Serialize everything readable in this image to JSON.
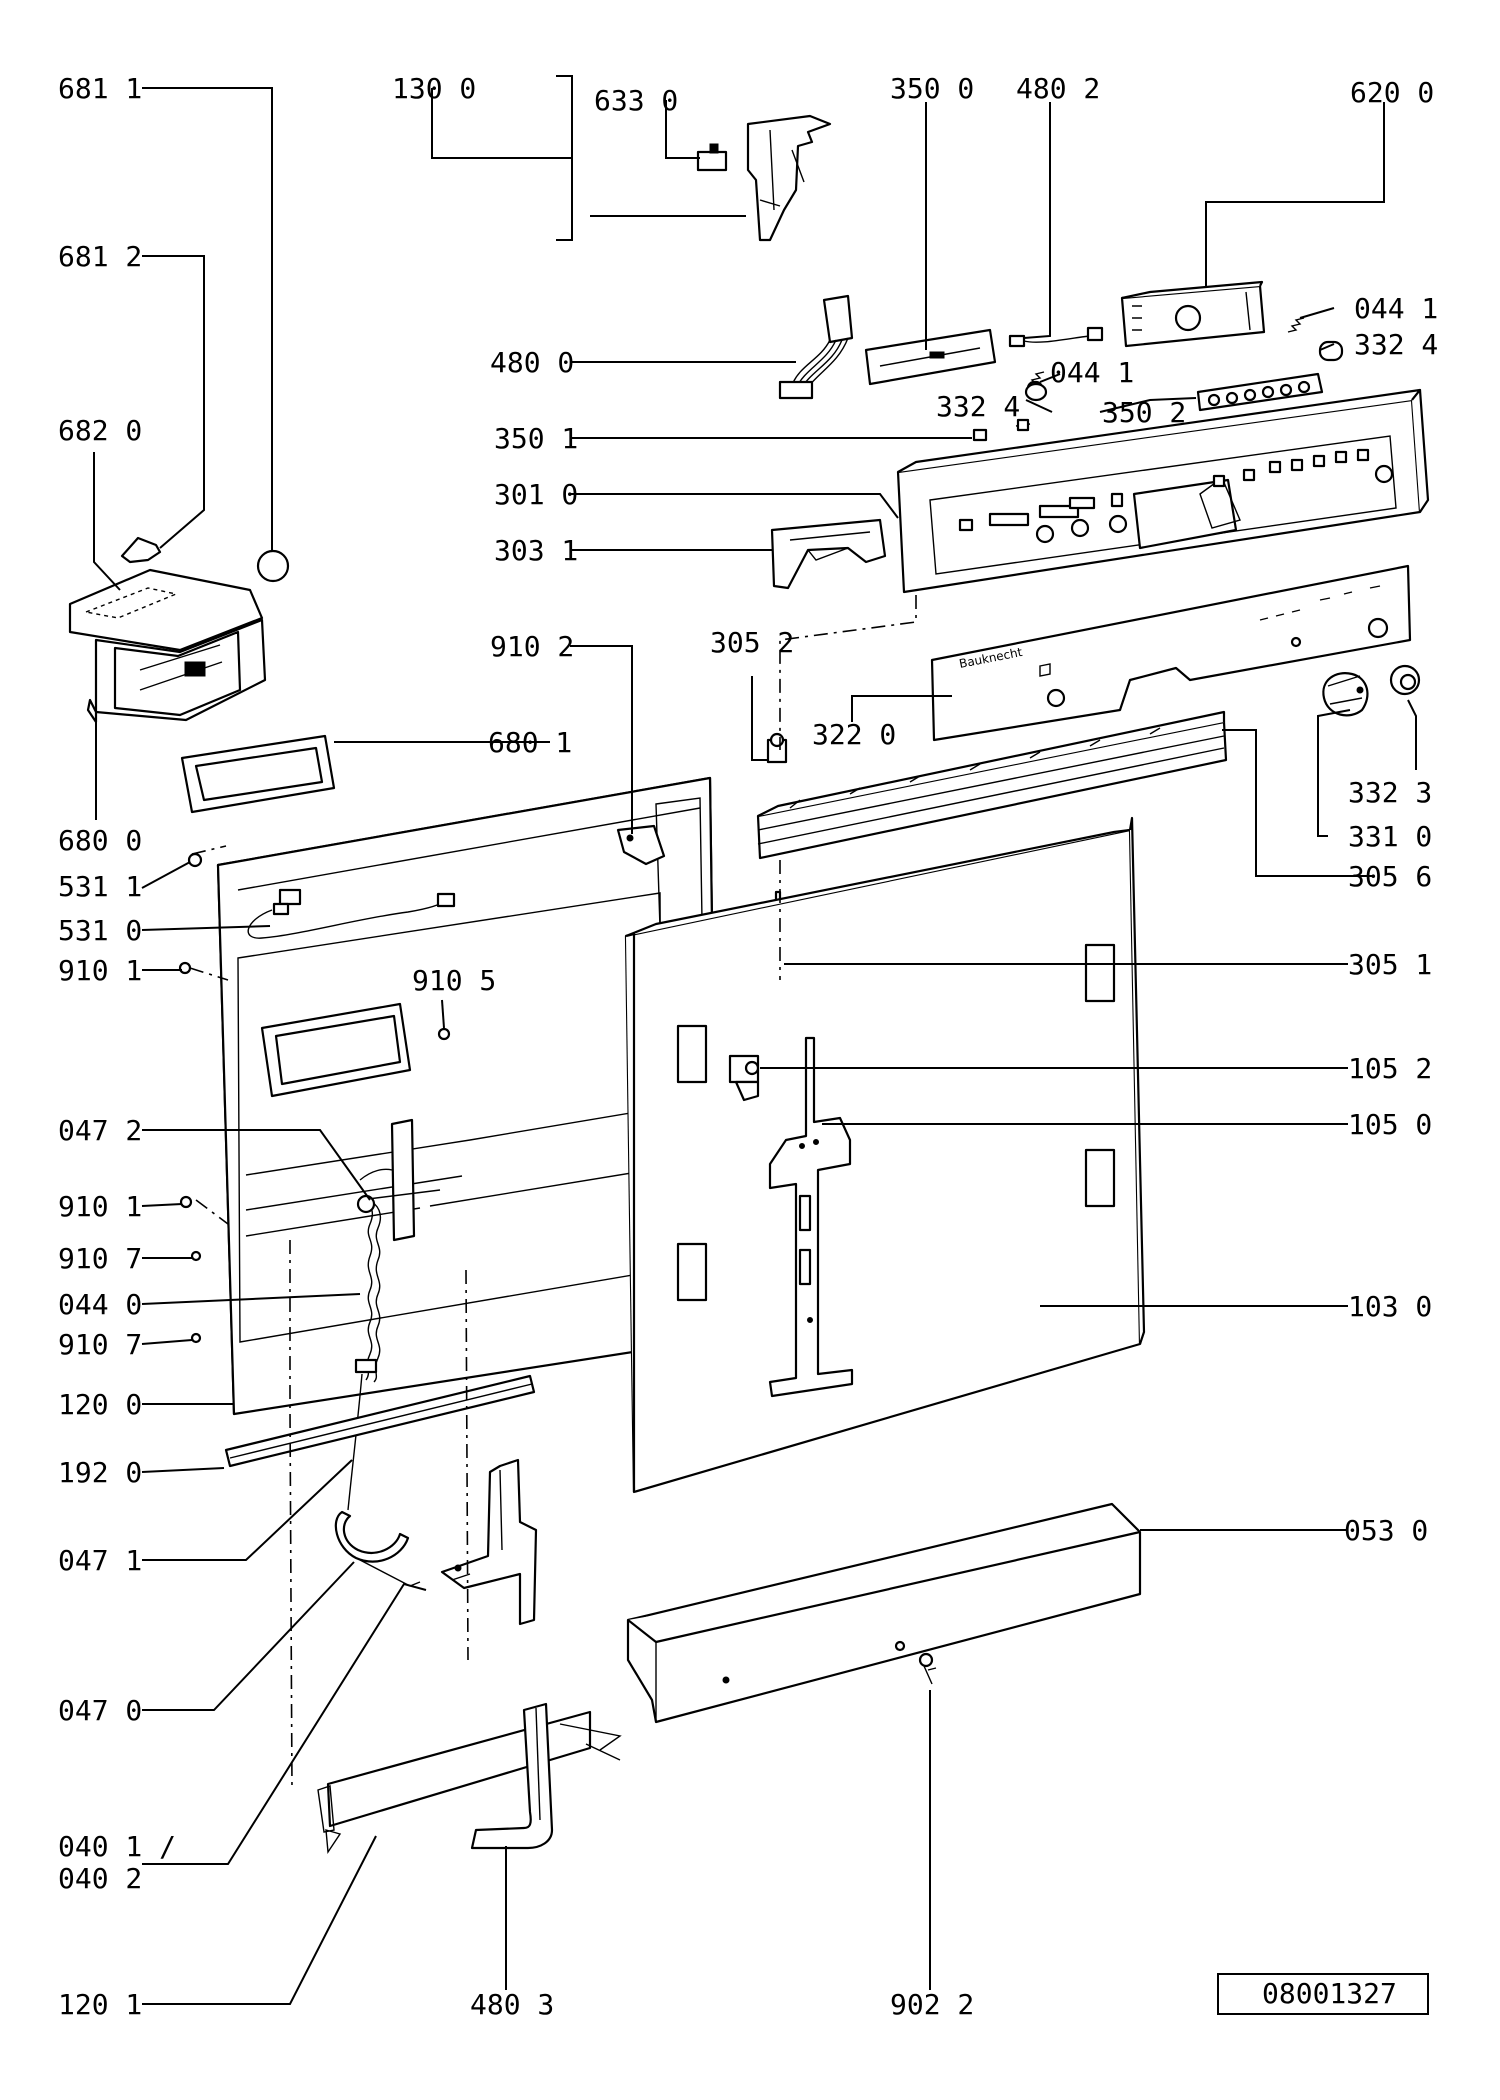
{
  "callouts": [
    {
      "id": "l0",
      "text": "681 1"
    },
    {
      "id": "l1",
      "text": "130 0"
    },
    {
      "id": "l2",
      "text": "633 0"
    },
    {
      "id": "l3",
      "text": "350 0"
    },
    {
      "id": "l4",
      "text": "480 2"
    },
    {
      "id": "l5",
      "text": "620 0"
    },
    {
      "id": "l6",
      "text": "681 2"
    },
    {
      "id": "l7",
      "text": "044 1"
    },
    {
      "id": "l8",
      "text": "332 4"
    },
    {
      "id": "l9",
      "text": "480 0"
    },
    {
      "id": "l10",
      "text": "044 1"
    },
    {
      "id": "l11",
      "text": "332 4"
    },
    {
      "id": "l12",
      "text": "350 2"
    },
    {
      "id": "l13",
      "text": "682 0"
    },
    {
      "id": "l14",
      "text": "350 1"
    },
    {
      "id": "l15",
      "text": "301 0"
    },
    {
      "id": "l16",
      "text": "303 1"
    },
    {
      "id": "l17",
      "text": "910 2"
    },
    {
      "id": "l18",
      "text": "305 2"
    },
    {
      "id": "l19",
      "text": "322 0"
    },
    {
      "id": "l20",
      "text": "680 1"
    },
    {
      "id": "l21",
      "text": "332 3"
    },
    {
      "id": "l22",
      "text": "680 0"
    },
    {
      "id": "l23",
      "text": "331 0"
    },
    {
      "id": "l24",
      "text": "531 1"
    },
    {
      "id": "l25",
      "text": "305 6"
    },
    {
      "id": "l26",
      "text": "531 0"
    },
    {
      "id": "l27",
      "text": "910 1"
    },
    {
      "id": "l28",
      "text": "910 5"
    },
    {
      "id": "l29",
      "text": "305 1"
    },
    {
      "id": "l30",
      "text": "105 2"
    },
    {
      "id": "l31",
      "text": "047 2"
    },
    {
      "id": "l32",
      "text": "105 0"
    },
    {
      "id": "l33",
      "text": "910 1"
    },
    {
      "id": "l34",
      "text": "910 7"
    },
    {
      "id": "l35",
      "text": "044 0"
    },
    {
      "id": "l36",
      "text": "103 0"
    },
    {
      "id": "l37",
      "text": "910 7"
    },
    {
      "id": "l38",
      "text": "120 0"
    },
    {
      "id": "l39",
      "text": "192 0"
    },
    {
      "id": "l40",
      "text": "053 0"
    },
    {
      "id": "l41",
      "text": "047 1"
    },
    {
      "id": "l42",
      "text": "047 0"
    },
    {
      "id": "l43",
      "text": "040 1 /"
    },
    {
      "id": "l44",
      "text": "040 2"
    },
    {
      "id": "l45",
      "text": "120 1"
    },
    {
      "id": "l46",
      "text": "480 3"
    },
    {
      "id": "l47",
      "text": "902 2"
    }
  ],
  "drawing_number": "08001327",
  "panel_text": {
    "brand": "Bauknecht"
  }
}
